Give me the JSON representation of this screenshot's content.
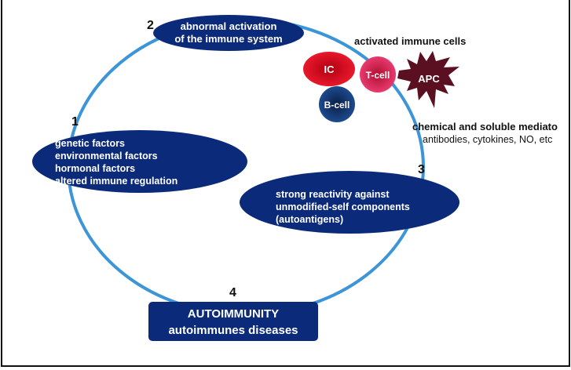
{
  "colors": {
    "cycle": "#3b95d6",
    "node": "#0b2a7a",
    "ic": "#e4162a",
    "tcell": "#e03468",
    "bcell": "#1a3f7f",
    "apc": "#5a1020"
  },
  "steps": [
    {
      "number": "1",
      "lines": [
        "genetic factors",
        "environmental factors",
        "hormonal factors",
        "altered immune regulation"
      ]
    },
    {
      "number": "2",
      "lines": [
        "abnormal activation",
        "of the immune system"
      ]
    },
    {
      "number": "3",
      "lines": [
        "strong reactivity against",
        "unmodified-self components",
        "(autoantigens)"
      ]
    },
    {
      "number": "4",
      "lines": [
        "AUTOIMMUNITY",
        "autoimmunes diseases"
      ]
    }
  ],
  "cells": {
    "title": "activated immune cells",
    "ic": "IC",
    "tcell": "T-cell",
    "bcell": "B-cell",
    "apc": "APC"
  },
  "mediators": {
    "title": "chemical and soluble mediato",
    "subtitle": "antibodies, cytokines, NO, etc"
  }
}
